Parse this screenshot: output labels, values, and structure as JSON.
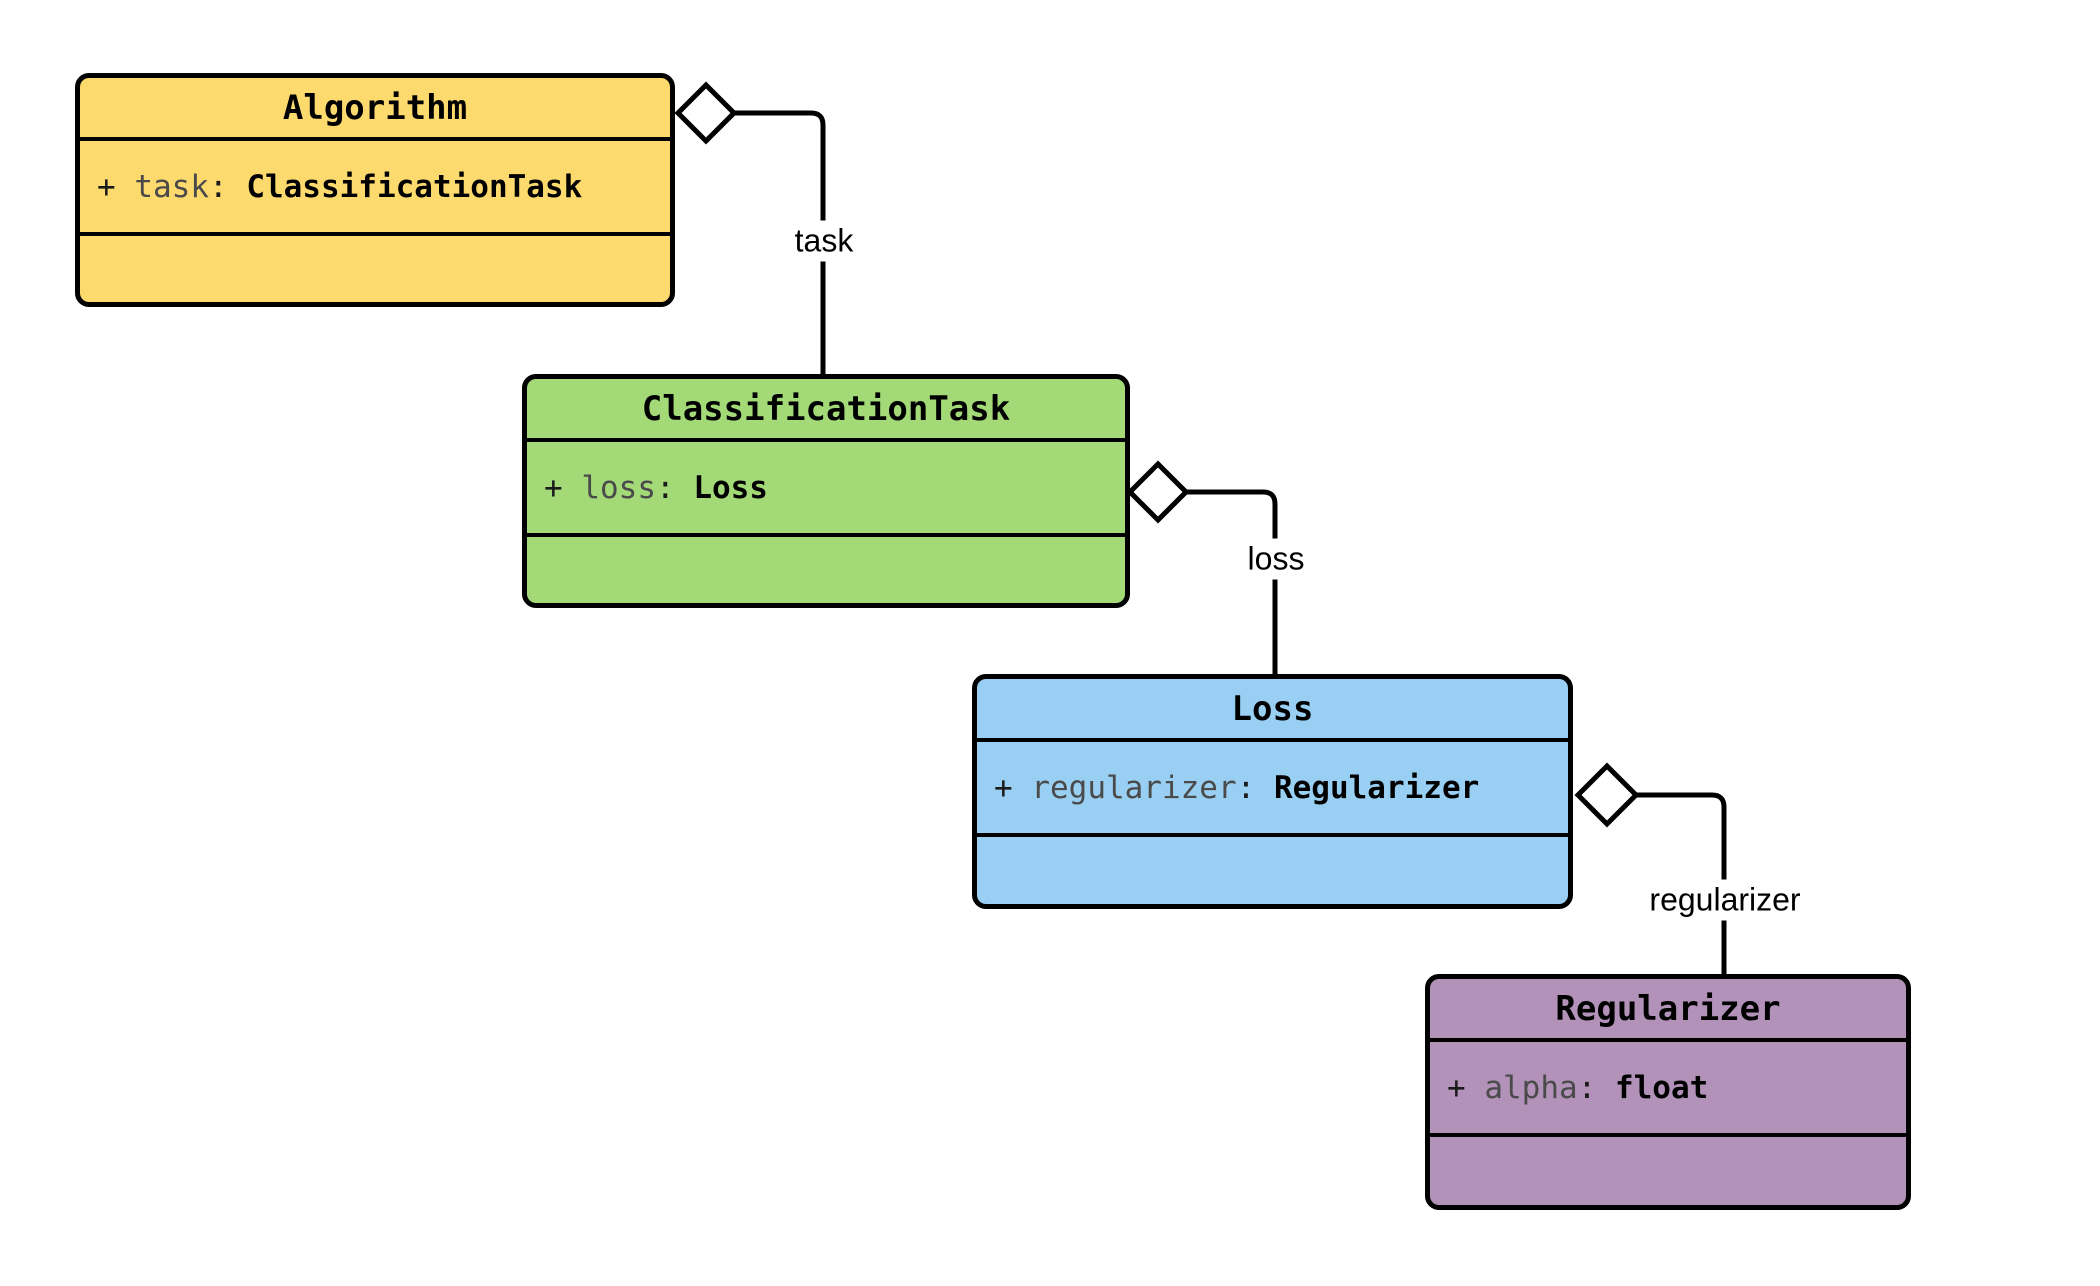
{
  "diagram": {
    "type": "uml-class-diagram",
    "background_color": "#ffffff",
    "line_color": "#000000",
    "classes": [
      {
        "name": "Algorithm",
        "fill": "#FDDA6E",
        "attribute": {
          "visibility": "+ ",
          "name": "task",
          "separator": ": ",
          "type": "ClassificationTask"
        }
      },
      {
        "name": "ClassificationTask",
        "fill": "#A3D977",
        "attribute": {
          "visibility": "+ ",
          "name": "loss",
          "separator": ": ",
          "type": "Loss"
        }
      },
      {
        "name": "Loss",
        "fill": "#99CFF2",
        "attribute": {
          "visibility": "+ ",
          "name": "regularizer",
          "separator": ": ",
          "type": "Regularizer"
        }
      },
      {
        "name": "Regularizer",
        "fill": "#B292B8",
        "attribute": {
          "visibility": "+ ",
          "name": "alpha",
          "separator": ": ",
          "type": "float"
        }
      }
    ],
    "relations": [
      {
        "label": "task",
        "from": "Algorithm",
        "to": "ClassificationTask",
        "kind": "aggregation"
      },
      {
        "label": "loss",
        "from": "ClassificationTask",
        "to": "Loss",
        "kind": "aggregation"
      },
      {
        "label": "regularizer",
        "from": "Loss",
        "to": "Regularizer",
        "kind": "aggregation"
      }
    ]
  }
}
